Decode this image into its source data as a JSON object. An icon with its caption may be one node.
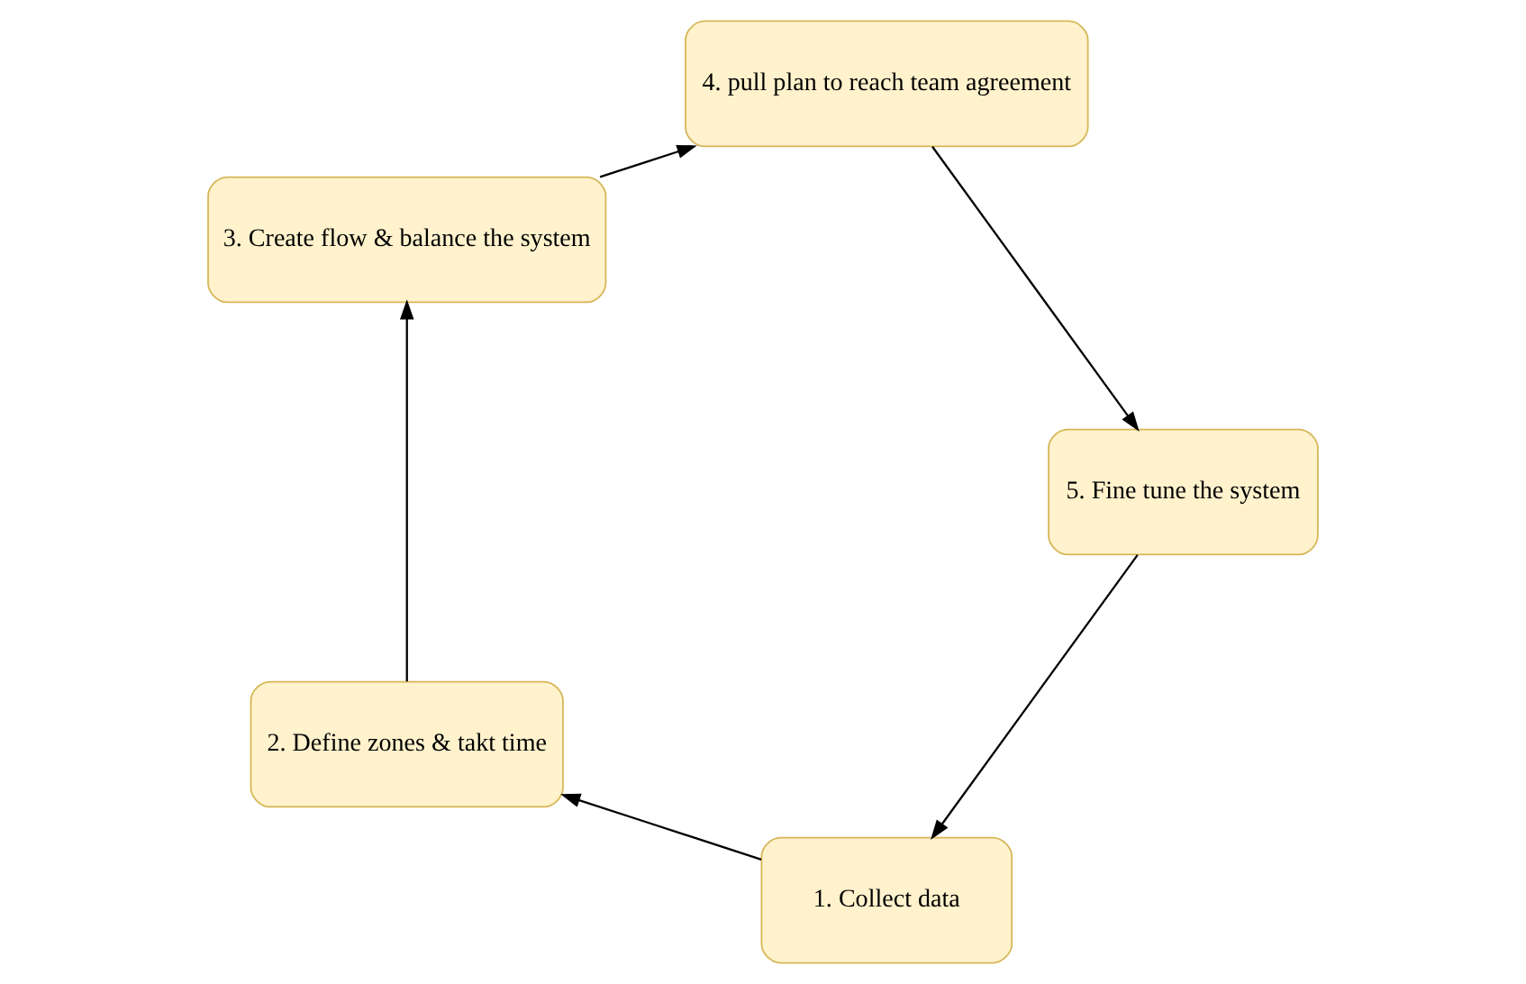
{
  "diagram": {
    "nodes": [
      {
        "text": [
          "1. Collect data"
        ]
      },
      {
        "text": [
          "2. Define zones & takt time"
        ]
      },
      {
        "text": [
          "3. Create flow & balance the system"
        ]
      },
      {
        "text": [
          "4. pull plan to reach team agreement"
        ]
      },
      {
        "text": [
          "5. Fine tune the system"
        ]
      }
    ],
    "edges": [
      {
        "from": 0,
        "to": 1,
        "arrow": "to"
      },
      {
        "from": 1,
        "to": 2,
        "arrow": "to"
      },
      {
        "from": 2,
        "to": 3,
        "arrow": "to"
      },
      {
        "from": 3,
        "to": 4,
        "arrow": "to"
      },
      {
        "from": 4,
        "to": 0,
        "arrow": "to"
      }
    ]
  }
}
